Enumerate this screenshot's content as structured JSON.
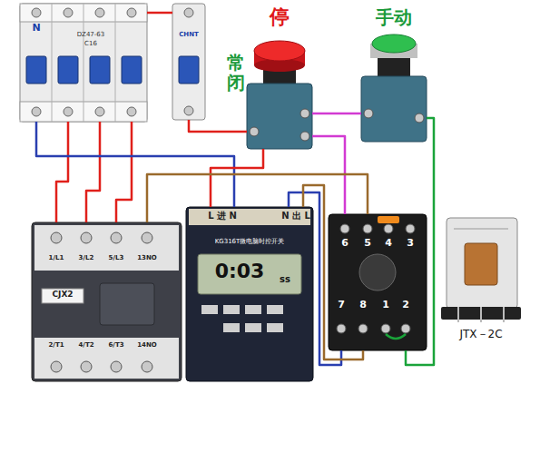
{
  "diagram": {
    "nodes": [
      {
        "text": [
          "N",
          "DZ47-63",
          "C16"
        ]
      },
      {
        "text": [
          "CHNT"
        ]
      },
      {
        "text": [
          "停"
        ]
      },
      {
        "text": [
          "手动"
        ]
      },
      {
        "text": [
          "1/L1",
          "3/L2",
          "5/L3",
          "13NO",
          "CJX2",
          "2/T1",
          "4/T2",
          "6/T3",
          "14NO"
        ]
      },
      {
        "text": [
          "L 进 N",
          "N 出 L",
          "KG316T微电脑时控开关",
          "0:03",
          "ss"
        ]
      },
      {
        "text": [
          "6",
          "5",
          "4",
          "3",
          "7",
          "8",
          "1",
          "2"
        ]
      },
      {
        "text": [
          "JTX－2C"
        ]
      }
    ],
    "edges": [
      {
        "from": 0,
        "to": 4,
        "arrow": "none"
      },
      {
        "from": 0,
        "to": 4,
        "arrow": "none"
      },
      {
        "from": 0,
        "to": 4,
        "arrow": "none"
      },
      {
        "from": 0,
        "to": 5,
        "arrow": "none"
      },
      {
        "from": 0,
        "to": 1,
        "arrow": "none"
      },
      {
        "from": 1,
        "to": 2,
        "arrow": "none"
      },
      {
        "from": 2,
        "to": 5,
        "arrow": "none"
      },
      {
        "from": 2,
        "to": 3,
        "arrow": "none"
      },
      {
        "from": 2,
        "to": 6,
        "arrow": "none"
      },
      {
        "from": 3,
        "to": 6,
        "arrow": "none"
      },
      {
        "from": 5,
        "to": 6,
        "arrow": "none"
      },
      {
        "from": 5,
        "to": 6,
        "arrow": "none"
      },
      {
        "from": 4,
        "to": 6,
        "arrow": "none"
      }
    ],
    "labels": [
      "常闭"
    ]
  }
}
